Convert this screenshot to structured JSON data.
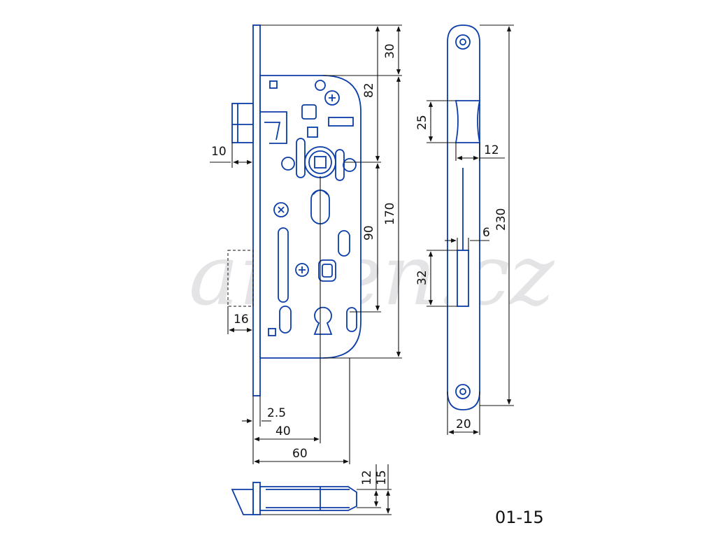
{
  "watermark": "arden.cz",
  "drawing_code": "01-15",
  "dimensions": {
    "d30": "30",
    "d82": "82",
    "d170": "170",
    "d90": "90",
    "d10": "10",
    "d16": "16",
    "d2_5": "2.5",
    "d40": "40",
    "d60": "60",
    "d12_bottom": "12",
    "d15": "15",
    "d25": "25",
    "d12_plate": "12",
    "d6": "6",
    "d230": "230",
    "d32": "32",
    "d20": "20"
  },
  "colors": {
    "outline": "#0b3da8",
    "dimension": "#111111",
    "watermark": "#d9d9de"
  }
}
